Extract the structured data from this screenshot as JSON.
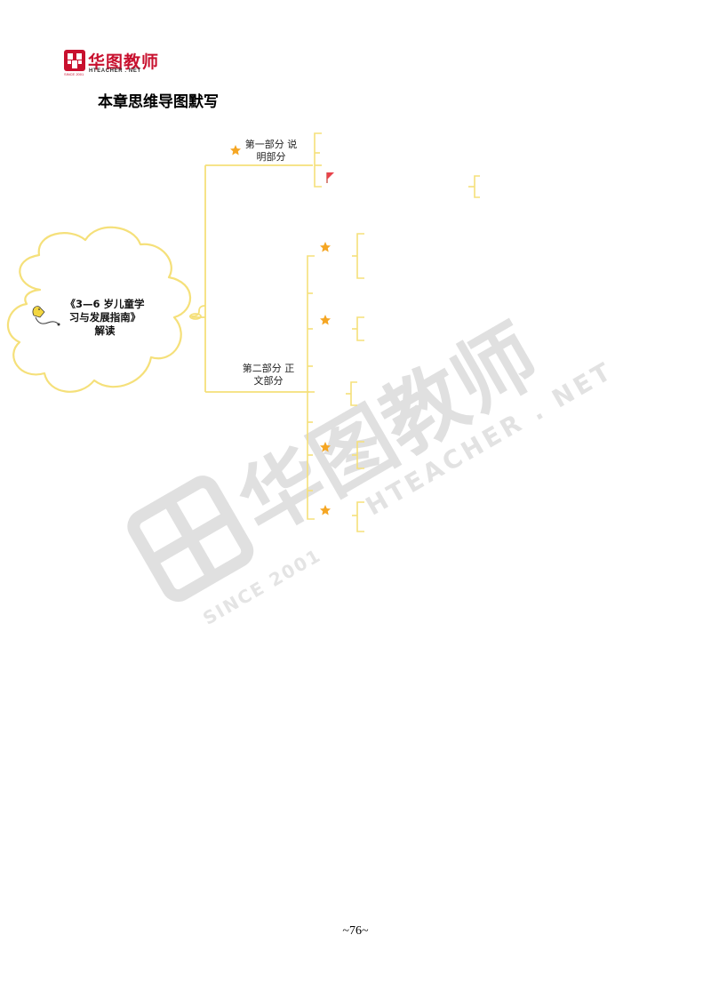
{
  "header": {
    "logo_name": "华图教师",
    "logo_domain": "HTEACHER . NET",
    "logo_since": "SINCE 2001"
  },
  "heading": "本章思维导图默写",
  "mindmap": {
    "root": {
      "line1": "《3—6 岁儿童学",
      "line2": "习与发展指南》",
      "line3": "解读"
    },
    "branch1": {
      "line1": "第一部分 说",
      "line2": "明部分"
    },
    "branch2": {
      "line1": "第二部分 正",
      "line2": "文部分"
    }
  },
  "watermark": {
    "brand": "华图教师",
    "domain": "HTEACHER . NET",
    "since": "SINCE 2001"
  },
  "page_number": "~76~",
  "colors": {
    "line": "#f5e07a",
    "star": "#f5a623",
    "flag": "#e8424a",
    "logo": "#c8102e"
  },
  "icons": [
    "logo-mark-icon",
    "star-icon",
    "flag-icon",
    "bird-icon",
    "cloud-icon"
  ]
}
